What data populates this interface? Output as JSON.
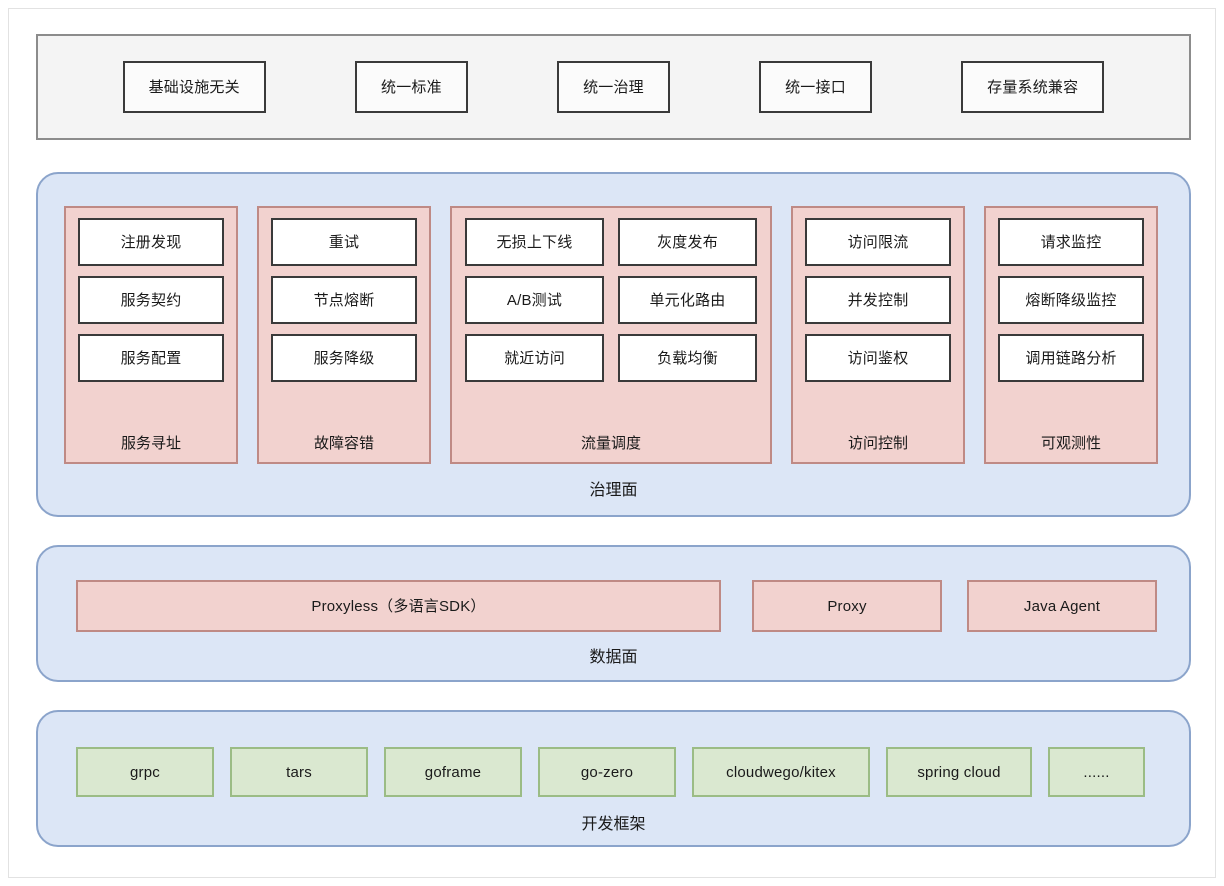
{
  "diagram": {
    "principles": {
      "items": [
        {
          "label": "基础设施无关"
        },
        {
          "label": "统一标准"
        },
        {
          "label": "统一治理"
        },
        {
          "label": "统一接口"
        },
        {
          "label": "存量系统兼容"
        }
      ]
    },
    "governance_plane": {
      "label": "治理面",
      "groups": [
        {
          "label": "服务寻址",
          "columns": 1,
          "items": [
            "注册发现",
            "服务契约",
            "服务配置"
          ]
        },
        {
          "label": "故障容错",
          "columns": 1,
          "items": [
            "重试",
            "节点熔断",
            "服务降级"
          ]
        },
        {
          "label": "流量调度",
          "columns": 2,
          "items": [
            "无损上下线",
            "灰度发布",
            "A/B测试",
            "单元化路由",
            "就近访问",
            "负载均衡"
          ]
        },
        {
          "label": "访问控制",
          "columns": 1,
          "items": [
            "访问限流",
            "并发控制",
            "访问鉴权"
          ]
        },
        {
          "label": "可观测性",
          "columns": 1,
          "items": [
            "请求监控",
            "熔断降级监控",
            "调用链路分析"
          ]
        }
      ]
    },
    "data_plane": {
      "label": "数据面",
      "items": [
        {
          "label": "Proxyless（多语言SDK）"
        },
        {
          "label": "Proxy"
        },
        {
          "label": "Java Agent"
        }
      ]
    },
    "framework_plane": {
      "label": "开发框架",
      "items": [
        {
          "label": "grpc"
        },
        {
          "label": "tars"
        },
        {
          "label": "goframe"
        },
        {
          "label": "go-zero"
        },
        {
          "label": "cloudwego/kitex"
        },
        {
          "label": "spring cloud"
        },
        {
          "label": "......"
        }
      ]
    },
    "colors": {
      "panel_blue_fill": "#dce6f6",
      "panel_blue_border": "#8ba4cb",
      "group_pink_fill": "#f2d2cf",
      "group_pink_border": "#bf8a85",
      "framework_green_fill": "#dae8d0",
      "framework_green_border": "#9bbc85",
      "principles_gray_fill": "#f4f4f4",
      "principles_gray_border": "#8c8c8c",
      "item_white_fill": "#ffffff",
      "item_dark_border": "#3a3a3a",
      "text": "#1a1a1a"
    }
  }
}
